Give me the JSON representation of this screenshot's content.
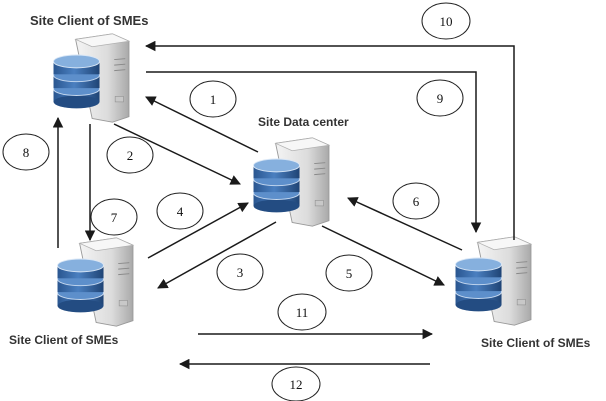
{
  "nodes": {
    "top_left": {
      "label": "Site Client of SMEs"
    },
    "center": {
      "label": "Site Data center"
    },
    "bottom_left": {
      "label": "Site Client of SMEs"
    },
    "bottom_right": {
      "label": "Site Client of SMEs"
    }
  },
  "steps": [
    "1",
    "2",
    "3",
    "4",
    "5",
    "6",
    "7",
    "8",
    "9",
    "10",
    "11",
    "12"
  ],
  "colors": {
    "server_body": "#e3e3e3",
    "server_shade": "#b9b9b9",
    "db_top": "#7ea8d6",
    "db_body": "#2f5f9a",
    "arrow": "#1a1a1a"
  }
}
